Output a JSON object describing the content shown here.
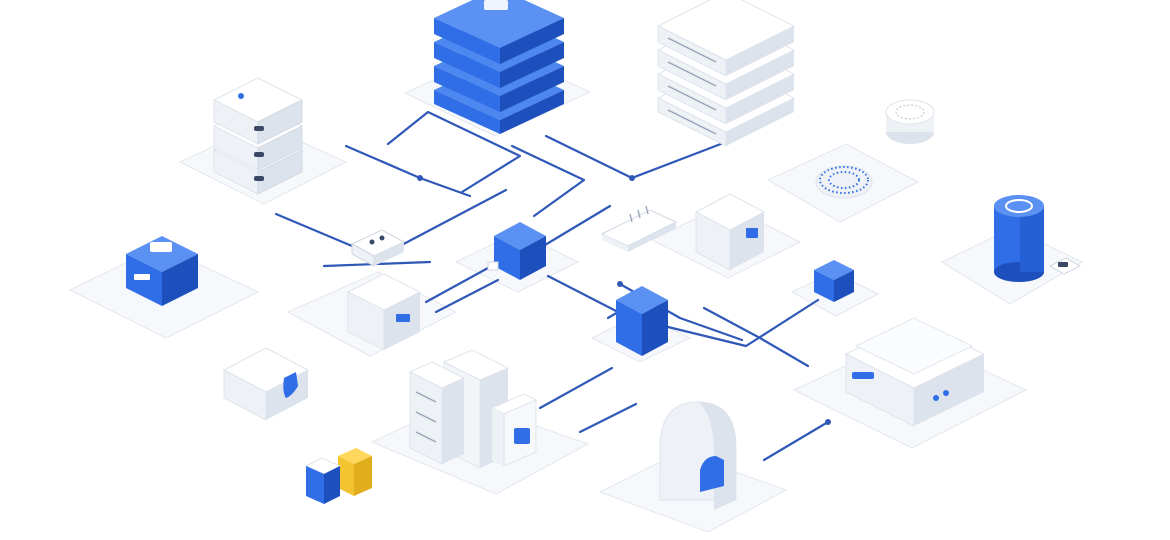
{
  "colors": {
    "accent": "#2f6ee6",
    "accent_light": "#5a91f2",
    "accent_dark": "#1d4fbd",
    "line": "#2f58b8",
    "yellow": "#f4c430",
    "white_top": "#ffffff",
    "white_left": "#eef1f6",
    "white_right": "#dde3ec",
    "platform": "#f7f8fb"
  },
  "nodes": [
    {
      "id": "central-blue-server-stack",
      "kind": "blue-stack"
    },
    {
      "id": "white-server-rack",
      "kind": "white-rack"
    },
    {
      "id": "white-storage-tower",
      "kind": "white-tower"
    },
    {
      "id": "blue-power-module",
      "kind": "blue-cube"
    },
    {
      "id": "smart-speaker-disc",
      "kind": "disc"
    },
    {
      "id": "circular-sensor-pad",
      "kind": "pad"
    },
    {
      "id": "blue-cylinder-database",
      "kind": "cylinder"
    },
    {
      "id": "small-router-chip",
      "kind": "chip"
    },
    {
      "id": "network-switch-strip",
      "kind": "chip"
    },
    {
      "id": "blue-hub-cube-center",
      "kind": "blue-cube"
    },
    {
      "id": "blue-hub-cube-lower",
      "kind": "blue-cube"
    },
    {
      "id": "blue-hub-cube-right",
      "kind": "blue-cube"
    },
    {
      "id": "white-port-cube",
      "kind": "white-cube"
    },
    {
      "id": "white-adapter-cube",
      "kind": "white-cube"
    },
    {
      "id": "shield-security-box",
      "kind": "white-cube"
    },
    {
      "id": "file-cabinet-cluster",
      "kind": "files"
    },
    {
      "id": "arch-gateway",
      "kind": "arch"
    },
    {
      "id": "flat-appliance-box",
      "kind": "appliance"
    },
    {
      "id": "blue-yellow-blocks",
      "kind": "blocks"
    }
  ]
}
